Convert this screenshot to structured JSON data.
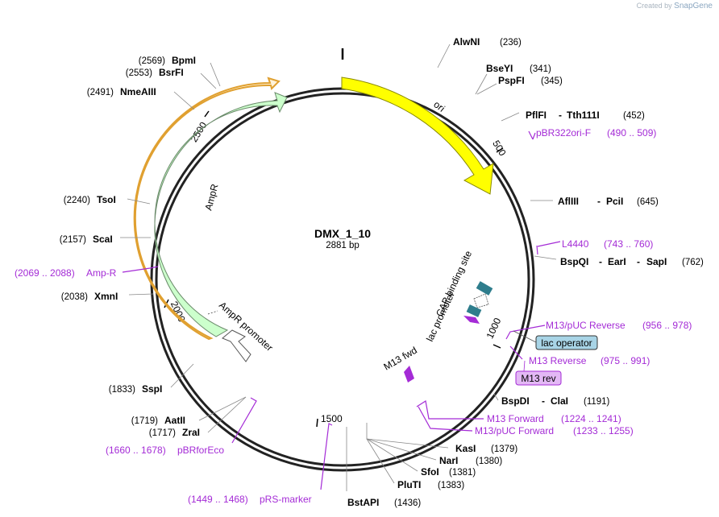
{
  "watermark": {
    "prefix": "Created by",
    "brand": "SnapGene"
  },
  "plasmid": {
    "name": "DMX_1_10",
    "length": "2881 bp"
  },
  "ticks": [
    "500",
    "1000",
    "1500",
    "2000",
    "2500"
  ],
  "features": {
    "ori": "ori",
    "ampr": "AmpR",
    "ampr_promoter": "AmpR promoter",
    "lac_promoter": "lac promoter",
    "cap_site": "CAP binding site",
    "m13_fwd": "M13 fwd"
  },
  "enzymes_right": [
    {
      "names": [
        "AlwNI"
      ],
      "pos": "(236)"
    },
    {
      "names": [
        "BseYI"
      ],
      "pos": "(341)"
    },
    {
      "names": [
        "PspFI"
      ],
      "pos": "(345)"
    },
    {
      "names": [
        "PflFI",
        "Tth111I"
      ],
      "pos": "(452)"
    },
    {
      "names": [
        "AflIII",
        "PciI"
      ],
      "pos": "(645)"
    },
    {
      "names": [
        "BspQI",
        "EarI",
        "SapI"
      ],
      "pos": "(762)"
    },
    {
      "names": [
        "BspDI",
        "ClaI"
      ],
      "pos": "(1191)"
    },
    {
      "names": [
        "KasI"
      ],
      "pos": "(1379)"
    },
    {
      "names": [
        "NarI"
      ],
      "pos": "(1380)"
    },
    {
      "names": [
        "SfoI"
      ],
      "pos": "(1381)"
    },
    {
      "names": [
        "PluTI"
      ],
      "pos": "(1383)"
    },
    {
      "names": [
        "BstAPI"
      ],
      "pos": "(1436)"
    }
  ],
  "enzymes_left": [
    {
      "name": "BpmI",
      "pos": "(2569)"
    },
    {
      "name": "BsrFI",
      "pos": "(2553)"
    },
    {
      "name": "NmeAIII",
      "pos": "(2491)"
    },
    {
      "name": "TsoI",
      "pos": "(2240)"
    },
    {
      "name": "ScaI",
      "pos": "(2157)"
    },
    {
      "name": "XmnI",
      "pos": "(2038)"
    },
    {
      "name": "SspI",
      "pos": "(1833)"
    },
    {
      "name": "AatII",
      "pos": "(1719)"
    },
    {
      "name": "ZraI",
      "pos": "(1717)"
    }
  ],
  "primers": [
    {
      "name": "pBR322ori-F",
      "range": "(490 .. 509)"
    },
    {
      "name": "L4440",
      "range": "(743 .. 760)"
    },
    {
      "name": "M13/pUC Reverse",
      "range": "(956 .. 978)"
    },
    {
      "name": "M13 Reverse",
      "range": "(975 .. 991)"
    },
    {
      "name": "M13 Forward",
      "range": "(1224 .. 1241)"
    },
    {
      "name": "M13/pUC Forward",
      "range": "(1233 .. 1255)"
    },
    {
      "name": "Amp-R",
      "range": "(2069 .. 2088)"
    },
    {
      "name": "pBRforEco",
      "range": "(1660 .. 1678)"
    },
    {
      "name": "pRS-marker",
      "range": "(1449 .. 1468)"
    }
  ],
  "boxes": {
    "lac_operator": "lac operator",
    "m13_rev": "M13 rev"
  },
  "colors": {
    "ori": "#ffff00",
    "ampr": "#ccffcc",
    "primer": "#a42bd6",
    "lac_operator": "#a8d4e6",
    "m13_rev": "#e3b8f5",
    "cap": "#2e7d8c",
    "amp_outline": "#e0a030"
  }
}
